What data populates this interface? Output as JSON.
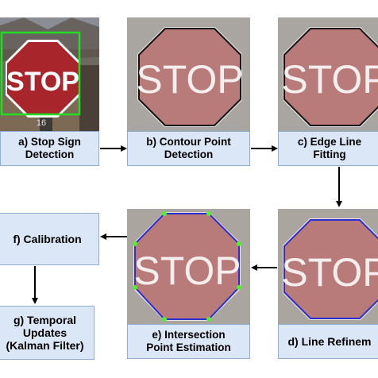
{
  "steps": [
    {
      "id": "a",
      "label": "a) Stop Sign\nDetection"
    },
    {
      "id": "b",
      "label": "b) Contour Point\nDetection"
    },
    {
      "id": "c",
      "label": "c) Edge Line\nFitting"
    },
    {
      "id": "d",
      "label": "d) Line Refinem"
    },
    {
      "id": "e",
      "label": "e) Intersection\nPoint Estimation"
    },
    {
      "id": "f",
      "label": "f) Calibration"
    },
    {
      "id": "g",
      "label": "g) Temporal\nUpdates\n(Kalman Filter)"
    }
  ],
  "sign_text": "STOP",
  "pole_number": "16",
  "colors": {
    "label_bg": "#dbe7f6",
    "label_border": "#8faed6",
    "sign_red": "#9c3d3f",
    "sign_red_faded": "#b87b7a",
    "detection_box": "#22dd22",
    "contour": "#111111",
    "fitted_line": "#2b2fd0",
    "intersection_point": "#55ee33"
  }
}
